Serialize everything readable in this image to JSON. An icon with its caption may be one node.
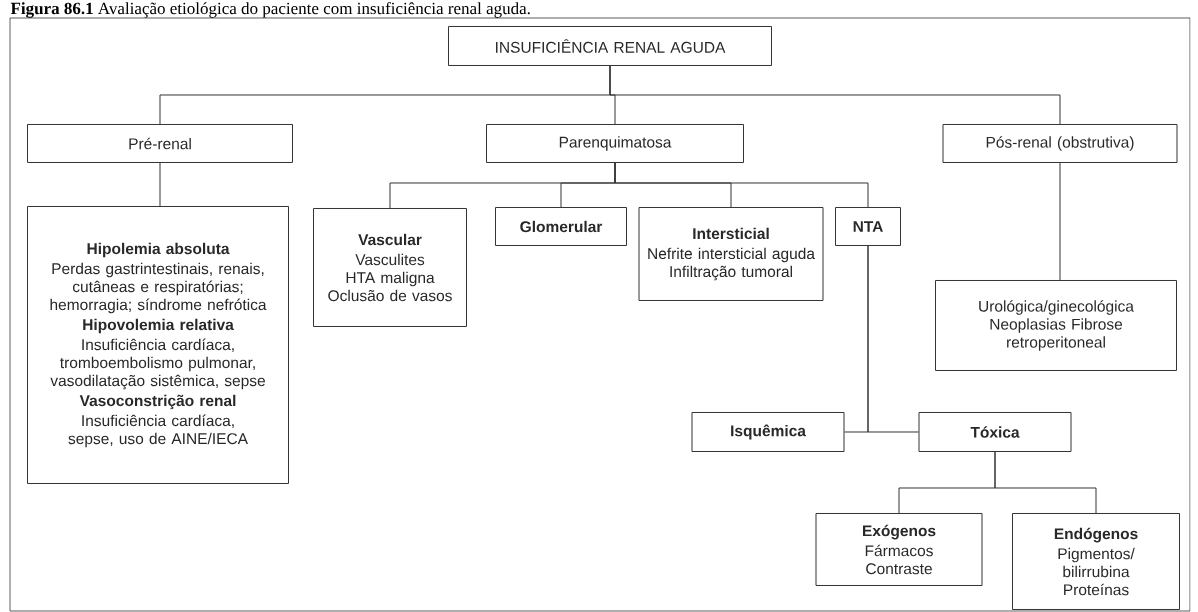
{
  "diagram": {
    "title": "**Figura 86.1** Avaliação etiológica do paciente com insuficiência renal aguda.",
    "nodes": [
      {
        "text": [
          "INSUFICIÊNCIA RENAL AGUDA"
        ]
      },
      {
        "text": [
          "Pré-renal"
        ]
      },
      {
        "text": [
          "Parenquimatosa"
        ]
      },
      {
        "text": [
          "Pós-renal (obstrutiva)"
        ]
      },
      {
        "text": [
          "Hipolemia absoluta",
          "Perdas gastrintestinais, renais, cutâneas e respiratórias; hemorragia; síndrome nefrótica",
          "Hipovolemia relativa",
          "Insuficiência cardíaca, tromboembolismo pulmonar, vasodilatação sistêmica, sepse",
          "Vasoconstrição renal",
          "Insuficiência cardíaca, sepse, uso de AINE/IECA"
        ]
      },
      {
        "text": [
          "Vascular",
          "Vasculites HTA maligna Oclusão de vasos"
        ]
      },
      {
        "text": [
          "Glomerular"
        ]
      },
      {
        "text": [
          "Intersticial",
          "Nefrite intersticial aguda Infiltração tumoral"
        ]
      },
      {
        "text": [
          "NTA"
        ]
      },
      {
        "text": [
          "Urológica/ginecológica Neoplasias Fibrose retroperitoneal"
        ]
      },
      {
        "text": [
          "Isquêmica"
        ]
      },
      {
        "text": [
          "Tóxica"
        ]
      },
      {
        "text": [
          "Exógenos",
          "Fármacos Contraste"
        ]
      },
      {
        "text": [
          "Endógenos",
          "Pigmentos/ bilirrubina Proteínas"
        ]
      }
    ],
    "edges": [
      {
        "from": 0,
        "to": 1,
        "arrow": "none"
      },
      {
        "from": 0,
        "to": 2,
        "arrow": "none"
      },
      {
        "from": 0,
        "to": 3,
        "arrow": "none"
      },
      {
        "from": 1,
        "to": 4,
        "arrow": "none"
      },
      {
        "from": 2,
        "to": 5,
        "arrow": "none"
      },
      {
        "from": 2,
        "to": 6,
        "arrow": "none"
      },
      {
        "from": 2,
        "to": 7,
        "arrow": "none"
      },
      {
        "from": 2,
        "to": 8,
        "arrow": "none"
      },
      {
        "from": 8,
        "to": 10,
        "arrow": "none"
      },
      {
        "from": 8,
        "to": 11,
        "arrow": "none"
      },
      {
        "from": 3,
        "to": 9,
        "arrow": "none"
      },
      {
        "from": 11,
        "to": 12,
        "arrow": "none"
      },
      {
        "from": 11,
        "to": 13,
        "arrow": "none"
      }
    ]
  }
}
